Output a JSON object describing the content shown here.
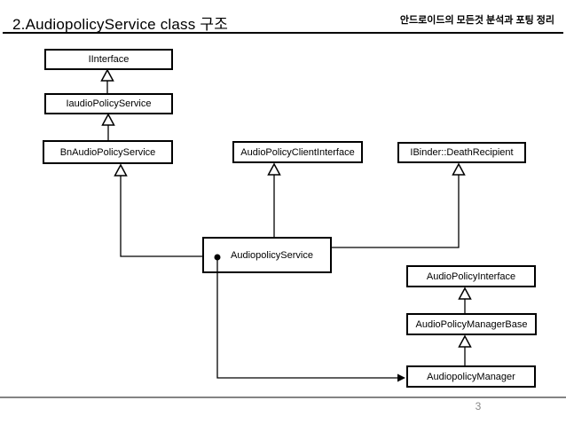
{
  "slide": {
    "title": "2.AudiopolicyService class 구조",
    "header_right": "안드로이드의 모든것 분석과 포팅 정리",
    "page_number": "3"
  },
  "diagram": {
    "nodes": [
      {
        "id": "iinterface",
        "label": "IInterface"
      },
      {
        "id": "iaudio-policy-service",
        "label": "IaudioPolicyService"
      },
      {
        "id": "bn-audio-policy-service",
        "label": "BnAudioPolicyService"
      },
      {
        "id": "audio-policy-client-interface",
        "label": "AudioPolicyClientInterface"
      },
      {
        "id": "ibinder-death-recipient",
        "label": "IBinder::DeathRecipient"
      },
      {
        "id": "audiopolicy-service",
        "label": "AudiopolicyService"
      },
      {
        "id": "audio-policy-interface",
        "label": "AudioPolicyInterface"
      },
      {
        "id": "audio-policy-manager-base",
        "label": "AudioPolicyManagerBase"
      },
      {
        "id": "audiopolicy-manager",
        "label": "AudiopolicyManager"
      }
    ],
    "relationships": [
      {
        "from": "IaudioPolicyService",
        "to": "IInterface",
        "type": "inheritance"
      },
      {
        "from": "BnAudioPolicyService",
        "to": "IaudioPolicyService",
        "type": "inheritance"
      },
      {
        "from": "AudiopolicyService",
        "to": "BnAudioPolicyService",
        "type": "inheritance"
      },
      {
        "from": "AudiopolicyService",
        "to": "AudioPolicyClientInterface",
        "type": "inheritance"
      },
      {
        "from": "AudiopolicyService",
        "to": "IBinder::DeathRecipient",
        "type": "inheritance"
      },
      {
        "from": "AudioPolicyManagerBase",
        "to": "AudioPolicyInterface",
        "type": "inheritance"
      },
      {
        "from": "AudiopolicyManager",
        "to": "AudioPolicyManagerBase",
        "type": "inheritance"
      },
      {
        "from": "AudiopolicyService",
        "to": "AudiopolicyManager",
        "type": "composition-arrow"
      }
    ]
  },
  "colors": {
    "background": "#ffffff",
    "box_border": "#000000",
    "line": "#000000",
    "footer_rule": "#848484",
    "page_number": "#8a8a8a"
  }
}
